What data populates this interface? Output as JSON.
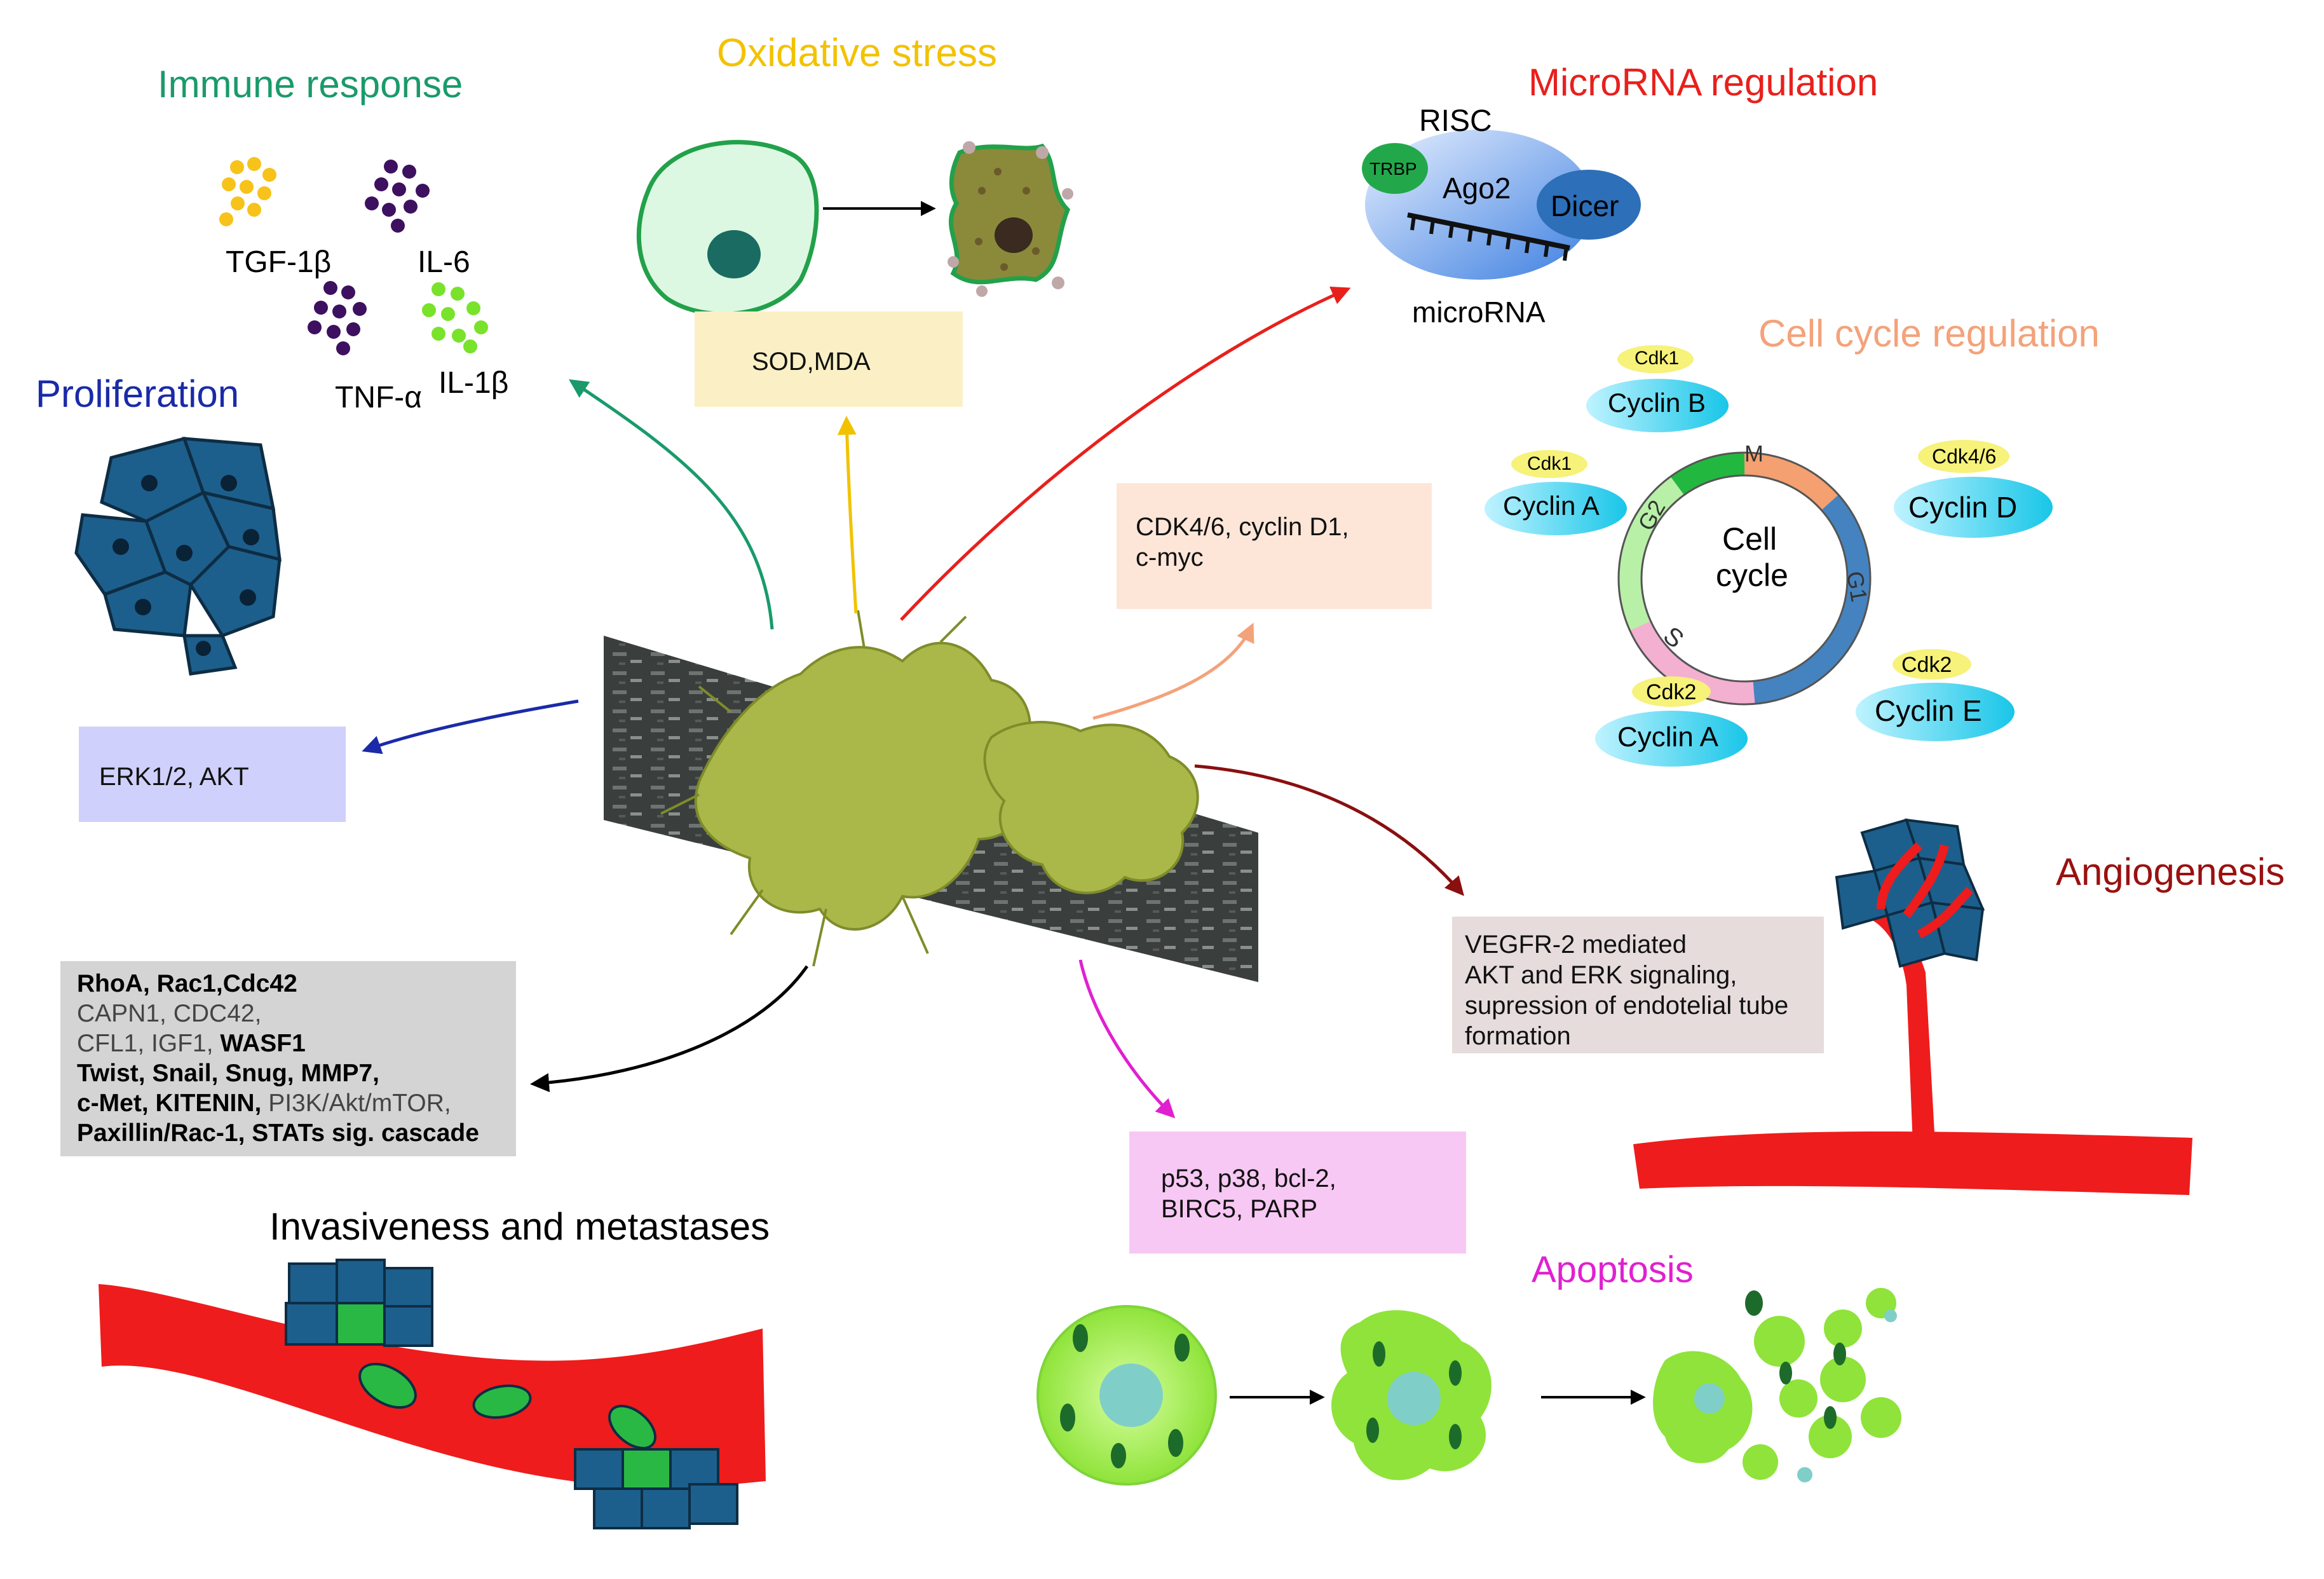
{
  "sections": {
    "immune": {
      "title": "Immune response",
      "color": "#1a9a6b",
      "labels": [
        "TGF-1β",
        "IL-6",
        "TNF-α",
        "IL-1β"
      ]
    },
    "oxidative": {
      "title": "Oxidative stress",
      "color": "#f2c200",
      "box": "SOD,MDA"
    },
    "microrna": {
      "title": "MicroRNA regulation",
      "color": "#e8201c",
      "labels": [
        "RISC",
        "TRBP",
        "Ago2",
        "Dicer",
        "microRNA"
      ]
    },
    "cellcycle": {
      "title": "Cell cycle regulation",
      "color": "#f4a27a",
      "box_lines": [
        "CDK4/6, cyclin D1,",
        "c-myc"
      ],
      "center": [
        "Cell",
        "cycle"
      ],
      "phases": [
        "M",
        "G2",
        "G1",
        "S"
      ],
      "cyclins": [
        {
          "cdk": "Cdk1",
          "cyclin": "Cyclin B"
        },
        {
          "cdk": "Cdk1",
          "cyclin": "Cyclin A"
        },
        {
          "cdk": "Cdk4/6",
          "cyclin": "Cyclin D"
        },
        {
          "cdk": "Cdk2",
          "cyclin": "Cyclin A"
        },
        {
          "cdk": "Cdk2",
          "cyclin": "Cyclin E"
        }
      ]
    },
    "proliferation": {
      "title": "Proliferation",
      "color": "#1a2aa8",
      "box": "ERK1/2, AKT"
    },
    "angiogenesis": {
      "title": "Angiogenesis",
      "color": "#9a1010",
      "box_lines": [
        "VEGFR-2 mediated",
        "AKT and ERK signaling,",
        "supression of endotelial tube",
        "formation"
      ]
    },
    "invasiveness": {
      "title": "Invasiveness and metastases",
      "color": "#000000",
      "box_lines": [
        [
          {
            "t": "RhoA, ",
            "b": true
          },
          {
            "t": "Rac1",
            "b": true
          },
          {
            "t": ",Cdc42",
            "b": true
          }
        ],
        [
          {
            "t": "CAPN1, CDC42,",
            "b": false
          }
        ],
        [
          {
            "t": "CFL1, IGF1, ",
            "b": false
          },
          {
            "t": "WASF1",
            "b": true
          }
        ],
        [
          {
            "t": "Twist, Snail, Snug, MMP7,",
            "b": true
          }
        ],
        [
          {
            "t": "c-Met, KITENIN, ",
            "b": true
          },
          {
            "t": "PI3K/Akt/mTOR,",
            "b": false
          }
        ],
        [
          {
            "t": "Paxillin/Rac-1, STATs sig. cascade",
            "b": true
          }
        ]
      ]
    },
    "apoptosis": {
      "title": "Apoptosis",
      "color": "#e020d0",
      "box_lines": [
        "p53, p38, bcl-2,",
        "BIRC5, PARP"
      ]
    }
  },
  "colors": {
    "blood_vessel": "#ee1c1c",
    "tumor_cell": "#1d5f8c",
    "lichen": "#aab84a",
    "bark": "#3a3f3d"
  }
}
